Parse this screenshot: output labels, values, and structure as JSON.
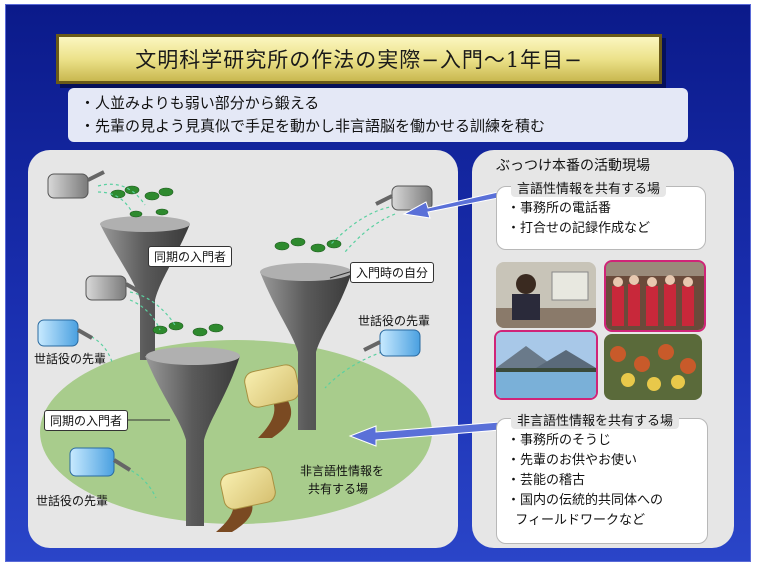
{
  "title": "文明科学研究所の作法の実際−入門〜1年目−",
  "bullets": [
    "・人並みよりも弱い部分から鍛える",
    "・先輩の見よう見真似で手足を動かし非言語脳を働かせる訓練を積む"
  ],
  "diagram": {
    "labels": {
      "peer_top": "同期の入門者",
      "self": "入門時の自分",
      "senior_right": "世話役の先輩",
      "senior_left": "世話役の先輩",
      "peer_bottom": "同期の入門者",
      "senior_bottom": "世話役の先輩",
      "nonverbal_field_1": "非言語性情報を",
      "nonverbal_field_2": "共有する場"
    }
  },
  "right_panel": {
    "title": "ぶっつけ本番の活動現場",
    "verbal": {
      "heading": "言語性情報を共有する場",
      "items": [
        "・事務所の電話番",
        "・打合せの記録作成など"
      ]
    },
    "nonverbal": {
      "heading": "非言語性情報を共有する場",
      "items": [
        "・事務所のそうじ",
        "・先輩のお供やお使い",
        "・芸能の稽古",
        "・国内の伝統的共同体への",
        "  フィールドワークなど"
      ]
    }
  },
  "colors": {
    "background": "#1a2fb0",
    "title_bar": "#ece28a",
    "panel": "#e6e6e6",
    "field": "#a8cc8c",
    "photo_frame": "#d02478",
    "arrow": "#5a70d8"
  }
}
